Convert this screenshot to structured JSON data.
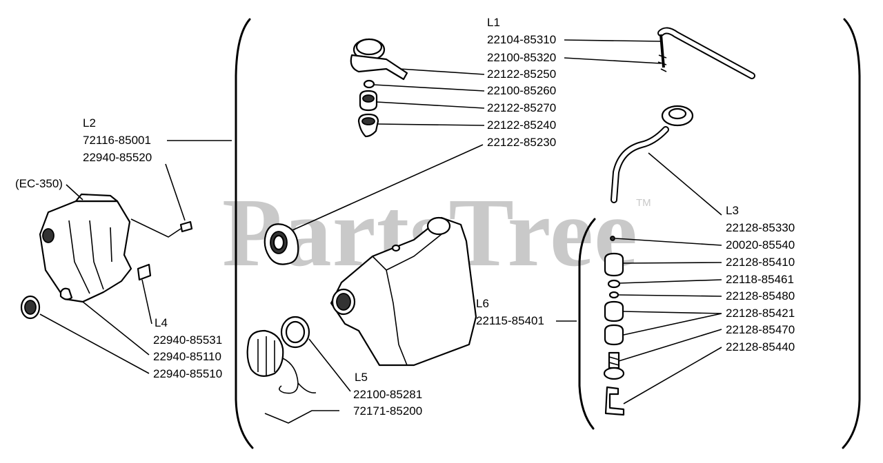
{
  "watermark": {
    "text": "PartsTree",
    "trademark": "TM"
  },
  "groups": {
    "L1": {
      "label": "L1",
      "parts": [
        "22104-85310",
        "22100-85320",
        "22122-85250",
        "22100-85260",
        "22122-85270",
        "22122-85240",
        "22122-85230"
      ]
    },
    "L2": {
      "label": "L2",
      "parts": [
        "72116-85001",
        "22940-85520"
      ],
      "model_note": "(EC-350)"
    },
    "L3": {
      "label": "L3",
      "parts": [
        "22128-85330",
        "20020-85540",
        "22128-85410",
        "22118-85461",
        "22128-85480",
        "22128-85421",
        "22128-85470",
        "22128-85440"
      ]
    },
    "L4": {
      "label": "L4",
      "parts": [
        "22940-85531",
        "22940-85110",
        "22940-85510"
      ]
    },
    "L5": {
      "label": "L5",
      "parts": [
        "22100-85281",
        "72171-85200"
      ]
    },
    "L6": {
      "label": "L6",
      "parts": [
        "22115-85401"
      ]
    }
  }
}
